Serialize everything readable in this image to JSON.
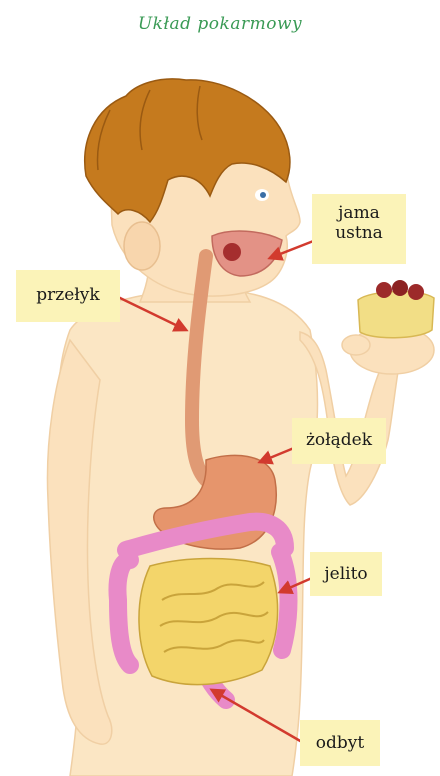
{
  "title": "Układ pokarmowy",
  "labels": {
    "mouth": "jama ustna",
    "esophagus": "przełyk",
    "stomach": "żołądek",
    "intestine": "jelito",
    "anus": "odbyt"
  },
  "colors": {
    "title": "#3a9a55",
    "label_bg": "#fbf3b8",
    "arrow": "#d23a2e",
    "skin": "#fbe6c4",
    "hair": "#c57a1e",
    "esophagus": "#e09a74",
    "small_intestine": "#f3d56a",
    "large_intestine": "#e88ac8"
  }
}
